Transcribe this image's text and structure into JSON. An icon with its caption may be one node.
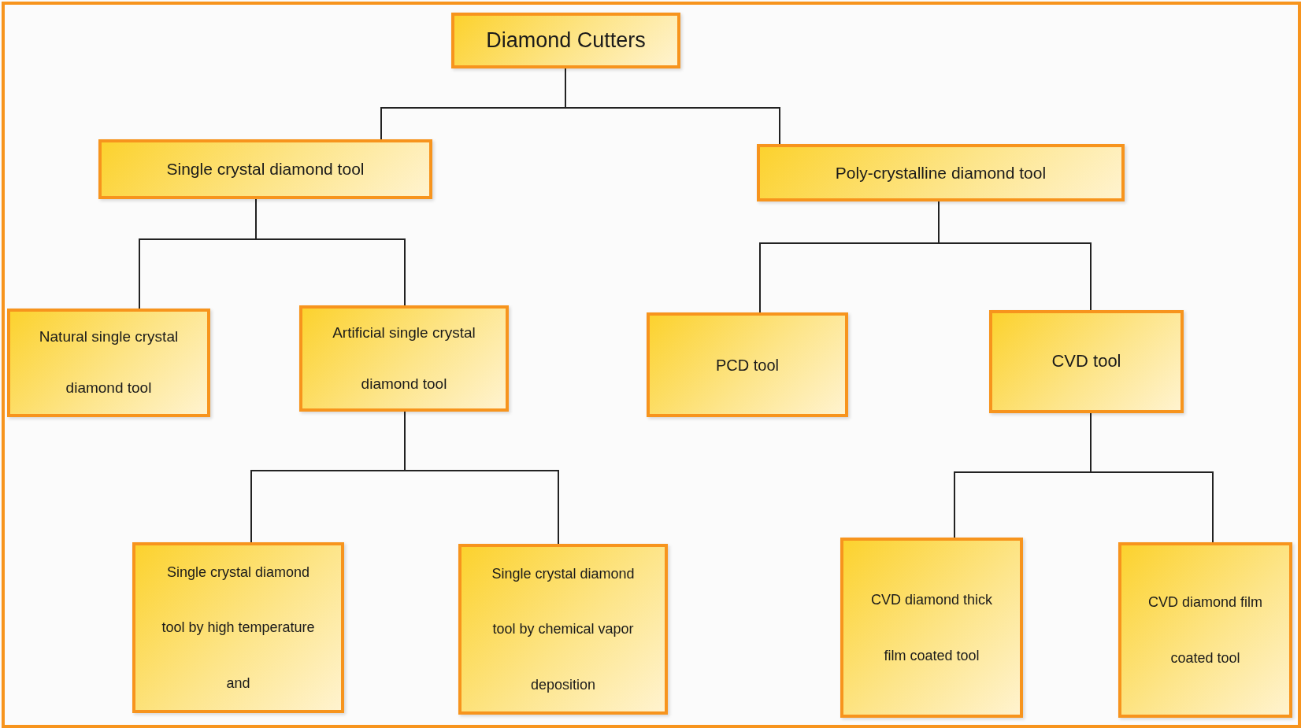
{
  "diagram": {
    "nodes": [
      {
        "text": [
          "Diamond Cutters"
        ]
      },
      {
        "text": [
          "Single crystal diamond tool"
        ]
      },
      {
        "text": [
          "Poly-crystalline diamond tool"
        ]
      },
      {
        "text": [
          "Natural single crystal diamond tool"
        ]
      },
      {
        "text": [
          "Artificial single crystal diamond tool"
        ]
      },
      {
        "text": [
          "PCD tool"
        ]
      },
      {
        "text": [
          "CVD tool"
        ]
      },
      {
        "text": [
          "Single crystal diamond tool by high temperature and"
        ]
      },
      {
        "text": [
          "Single crystal diamond tool by chemical vapor deposition"
        ]
      },
      {
        "text": [
          "CVD diamond thick film coated tool"
        ]
      },
      {
        "text": [
          "CVD diamond film coated tool"
        ]
      }
    ],
    "edges": [
      {
        "from": 0,
        "to": 1,
        "arrow": "none"
      },
      {
        "from": 0,
        "to": 2,
        "arrow": "none"
      },
      {
        "from": 1,
        "to": 3,
        "arrow": "none"
      },
      {
        "from": 1,
        "to": 4,
        "arrow": "none"
      },
      {
        "from": 2,
        "to": 5,
        "arrow": "none"
      },
      {
        "from": 2,
        "to": 6,
        "arrow": "none"
      },
      {
        "from": 4,
        "to": 7,
        "arrow": "none"
      },
      {
        "from": 4,
        "to": 8,
        "arrow": "none"
      },
      {
        "from": 6,
        "to": 9,
        "arrow": "none"
      },
      {
        "from": 6,
        "to": 10,
        "arrow": "none"
      }
    ]
  }
}
